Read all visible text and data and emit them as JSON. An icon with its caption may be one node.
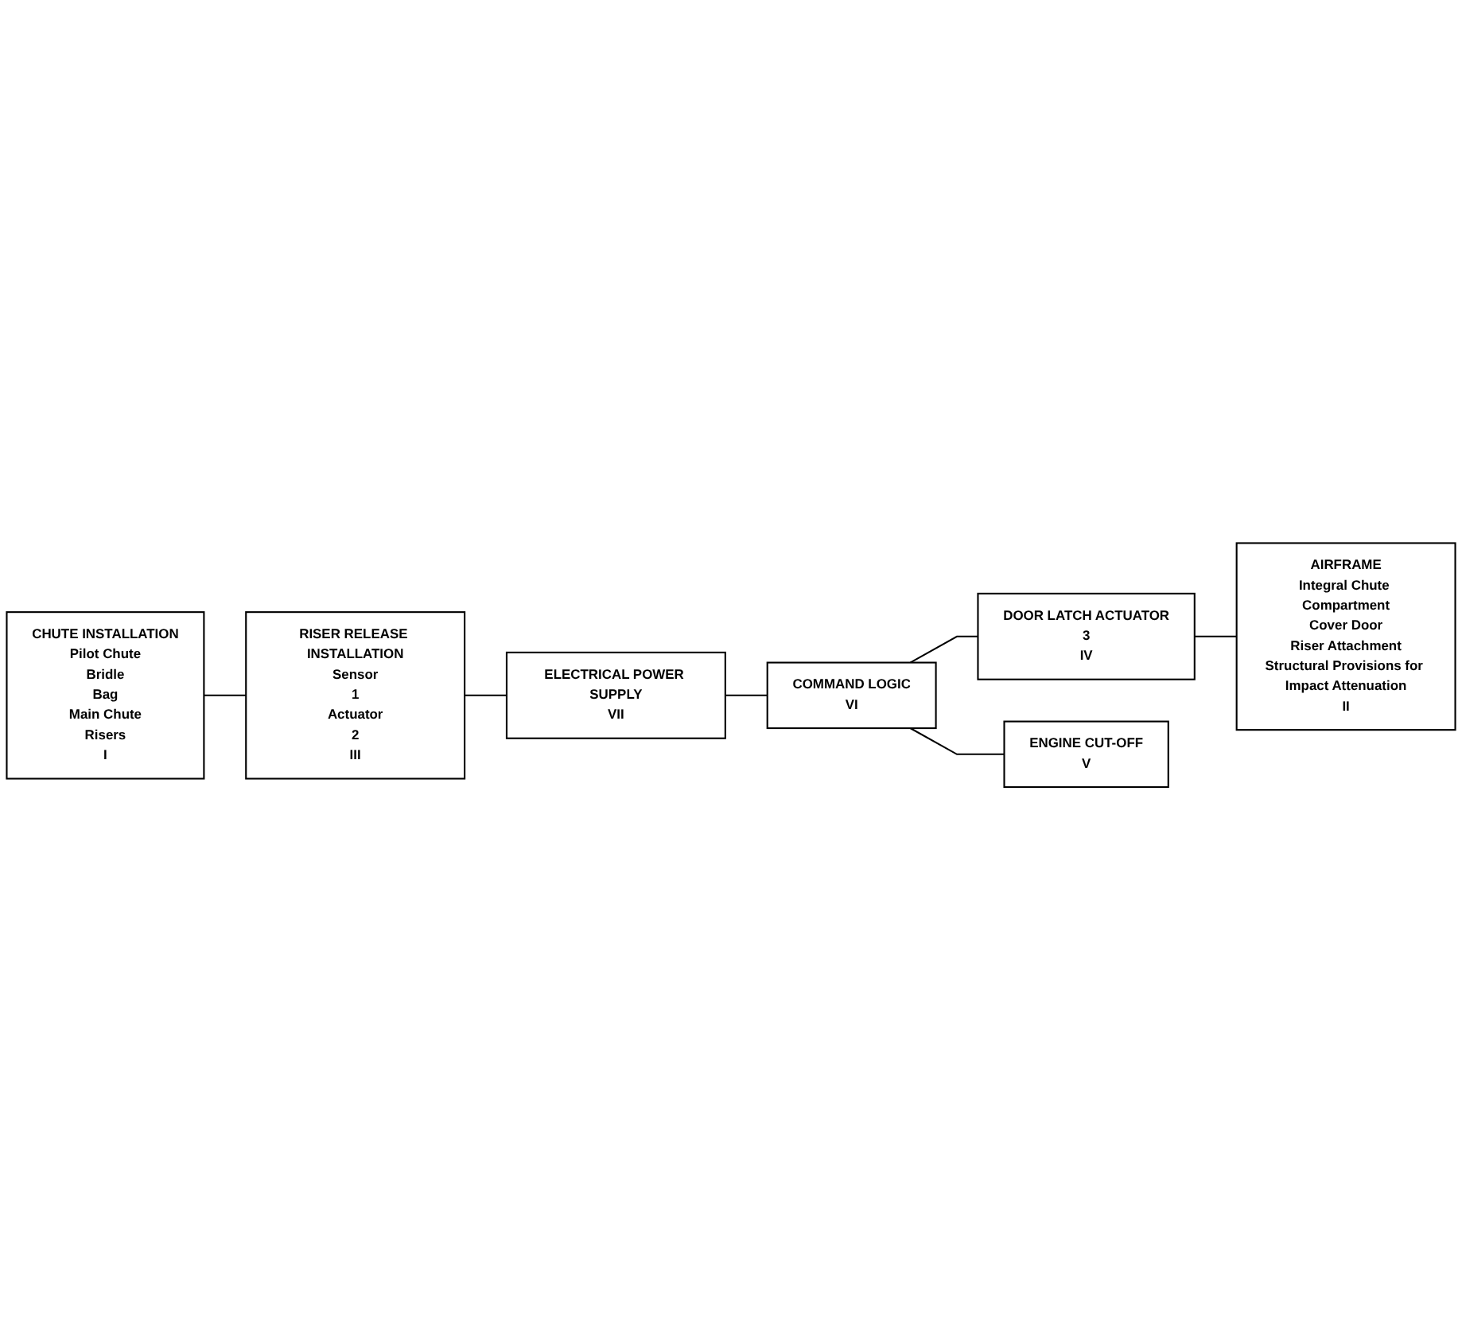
{
  "diagram": {
    "nodes": [
      {
        "text": [
          "ELECTRICAL POWER SUPPLY",
          "VII"
        ]
      },
      {
        "text": [
          "CHUTE INSTALLATION",
          "Pilot Chute",
          "Bridle",
          "Bag",
          "Main Chute",
          "Risers",
          "I"
        ]
      },
      {
        "text": [
          "RISER RELEASE INSTALLATION",
          "Sensor",
          "1",
          "Actuator",
          "2",
          "III"
        ]
      },
      {
        "text": [
          "COMMAND LOGIC",
          "VI"
        ]
      },
      {
        "text": [
          "AIRFRAME",
          "Integral Chute Compartment",
          "Cover Door",
          "Riser Attachment",
          "Structural Provisions for Impact Attenuation",
          "II"
        ]
      },
      {
        "text": [
          "DOOR LATCH ACTUATOR",
          "3",
          "IV"
        ]
      },
      {
        "text": [
          "ENGINE CUT-OFF",
          "V"
        ]
      }
    ],
    "edges": [
      {
        "from": 1,
        "to": 2,
        "arrow": "none"
      },
      {
        "from": 2,
        "to": 0,
        "arrow": "none"
      },
      {
        "from": 0,
        "to": 3,
        "arrow": "none"
      },
      {
        "from": 3,
        "to": 5,
        "arrow": "none"
      },
      {
        "from": 5,
        "to": 4,
        "arrow": "none"
      },
      {
        "from": 3,
        "to": 6,
        "arrow": "none"
      }
    ]
  }
}
